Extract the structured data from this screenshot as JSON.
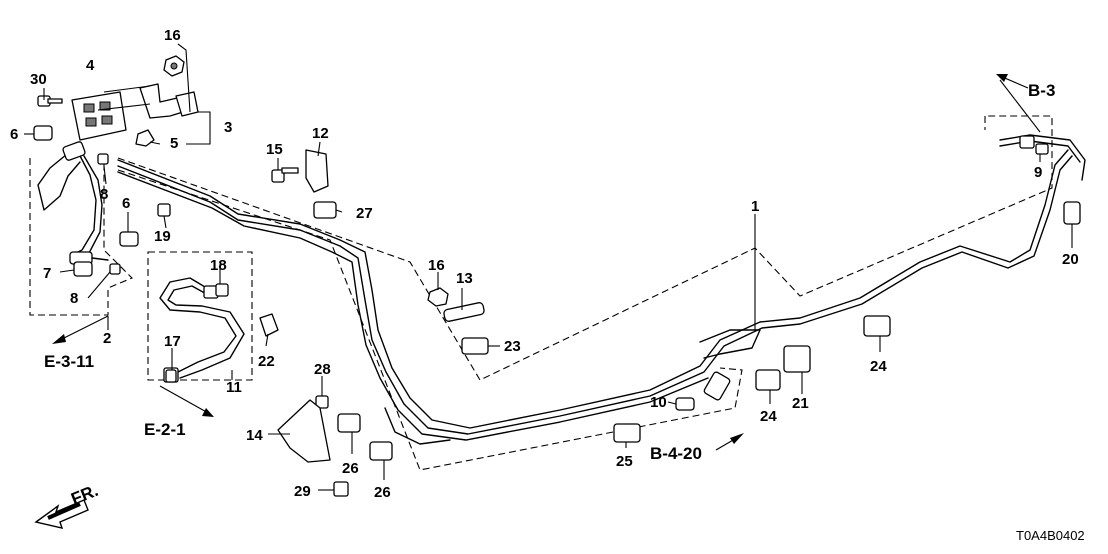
{
  "callouts": {
    "c1": "1",
    "c2": "2",
    "c3": "3",
    "c4": "4",
    "c5": "5",
    "c6a": "6",
    "c6b": "6",
    "c7": "7",
    "c8a": "8",
    "c8b": "8",
    "c9": "9",
    "c10": "10",
    "c11": "11",
    "c12": "12",
    "c13": "13",
    "c14": "14",
    "c15": "15",
    "c16a": "16",
    "c16b": "16",
    "c17": "17",
    "c18": "18",
    "c19": "19",
    "c20": "20",
    "c21": "21",
    "c22": "22",
    "c23": "23",
    "c24a": "24",
    "c24b": "24",
    "c25": "25",
    "c26a": "26",
    "c26b": "26",
    "c27": "27",
    "c28": "28",
    "c29": "29",
    "c30": "30"
  },
  "references": {
    "b3": "B-3",
    "e311": "E-3-11",
    "e21": "E-2-1",
    "b420": "B-4-20"
  },
  "front_label": "FR.",
  "diagram_code": "T0A4B0402"
}
